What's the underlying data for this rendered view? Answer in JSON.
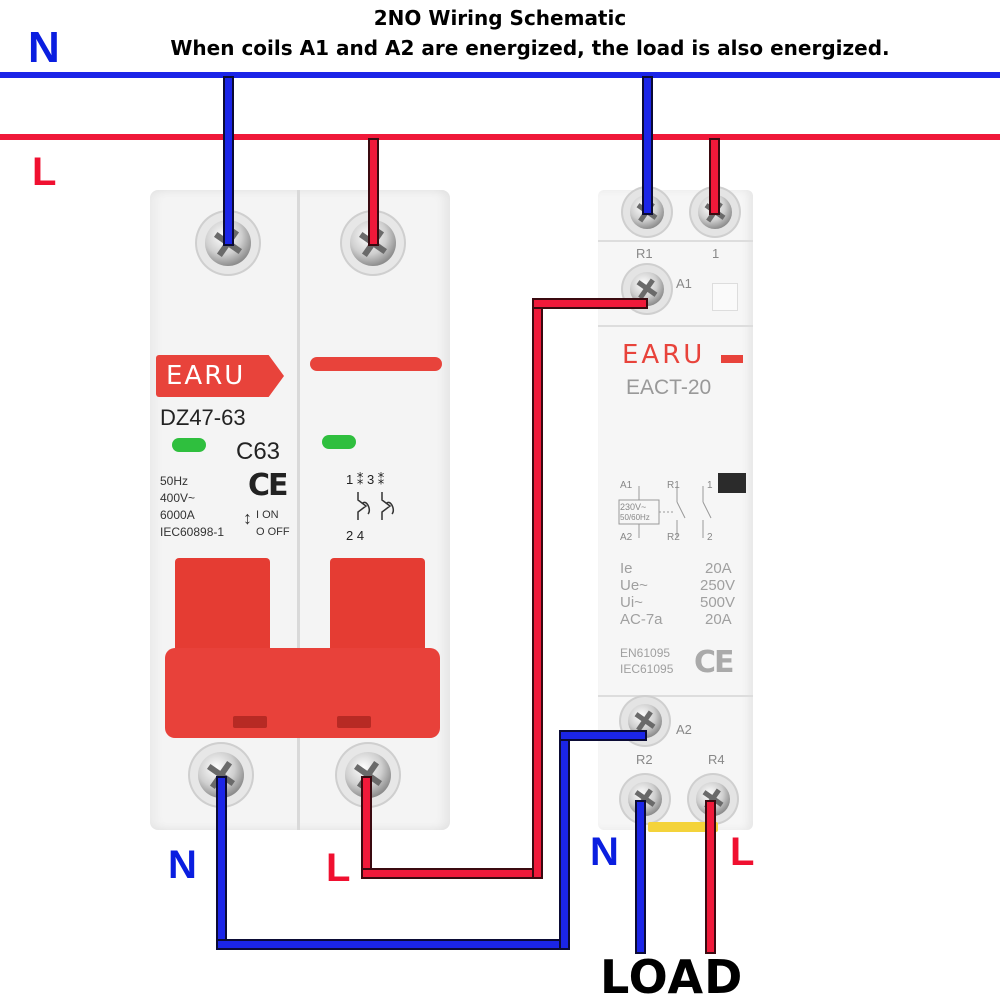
{
  "title": {
    "line1": "2NO Wiring Schematic",
    "line2": "When coils A1 and A2 are energized, the load is also energized."
  },
  "bus_labels": {
    "neutral": "N",
    "live": "L"
  },
  "colors": {
    "neutral_wire": "#1b25e8",
    "live_wire": "#f0193a",
    "brand_red": "#e8433b",
    "led_green": "#2fbf3e"
  },
  "breaker": {
    "brand": "EARU",
    "model": "DZ47-63",
    "rating": "C63",
    "specs": [
      "50Hz",
      "400V~",
      "6000A",
      "IEC60898-1"
    ],
    "ce_mark": "CE",
    "on_label": "I ON",
    "off_label": "O OFF",
    "schematic_top": "1 ⁑ 3 ⁑",
    "schematic_bottom": "2  4",
    "out_neutral_label": "N",
    "out_live_label": "L"
  },
  "contactor": {
    "brand": "EARU",
    "model": "EACT-20",
    "terminal_labels": {
      "r1": "R1",
      "t1": "1",
      "a1": "A1",
      "a2": "A2",
      "r2": "R2",
      "r4": "R4"
    },
    "diagram_labels": {
      "a1": "A1",
      "a2": "A2",
      "coil": "230V~",
      "freq": "50/60Hz",
      "r1": "R1",
      "one": "1",
      "r2": "R2",
      "two": "2"
    },
    "specs": [
      {
        "name": "Ie",
        "value": "20A"
      },
      {
        "name": "Ue~",
        "value": "250V"
      },
      {
        "name": "Ui~",
        "value": "500V"
      },
      {
        "name": "AC-7a",
        "value": "20A"
      }
    ],
    "standards": [
      "EN61095",
      "IEC61095"
    ],
    "ce_mark": "CE",
    "load_neutral_label": "N",
    "load_live_label": "L"
  },
  "load_label": "LOAD"
}
